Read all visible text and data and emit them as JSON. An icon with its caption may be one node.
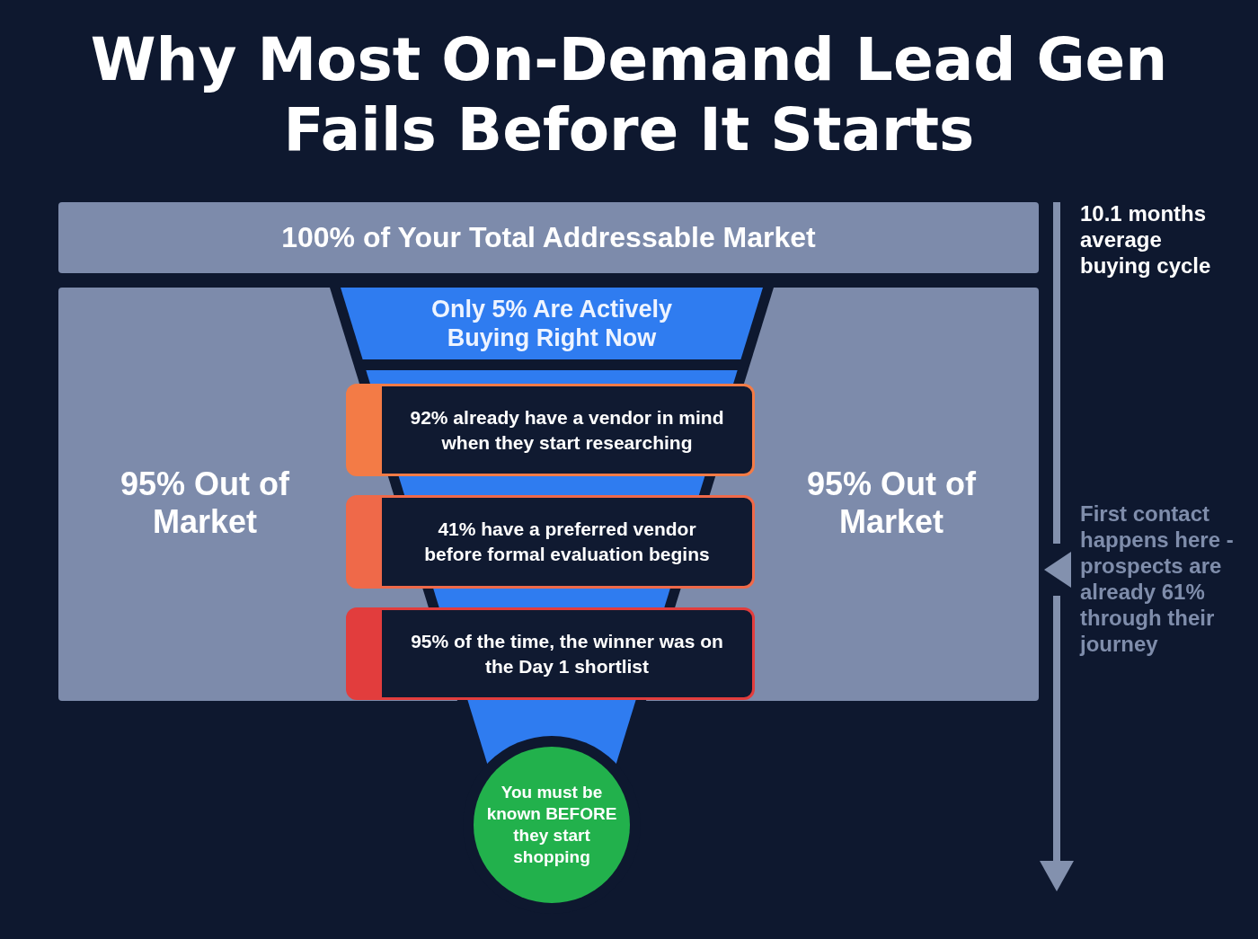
{
  "diagram": {
    "title": "Why Most On-Demand Lead Gen Fails Before It Starts",
    "nodes": [
      {
        "text": [
          "100% of Your Total Addressable Market"
        ]
      },
      {
        "text": [
          "95% Out of Market"
        ]
      },
      {
        "text": [
          "95% Out of Market"
        ]
      },
      {
        "text": [
          "Only 5% Are Actively Buying Right Now"
        ]
      },
      {
        "text": [
          "92% already have a vendor in mind when they start researching"
        ]
      },
      {
        "text": [
          "41% have a preferred vendor before formal evaluation begins"
        ]
      },
      {
        "text": [
          "95% of the time, the winner was on the Day 1 shortlist"
        ]
      },
      {
        "text": [
          "You must be known BEFORE they start shopping"
        ]
      }
    ],
    "labels": [
      "10.1 months average buying cycle",
      "First contact happens here - prospects are already 61% through their journey"
    ]
  }
}
